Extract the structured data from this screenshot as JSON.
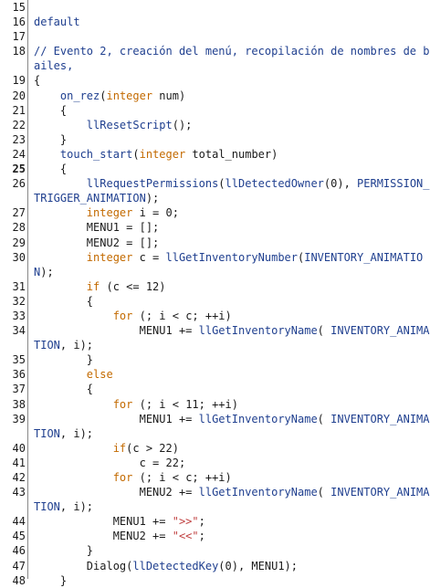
{
  "editor": {
    "language": "LSL",
    "current_line": "25",
    "colors": {
      "background": "#ffffff",
      "text": "#1a1a1a",
      "keyword": "#c36a00",
      "function": "#1f3f8f",
      "string": "#c04040",
      "comment": "#1f3f8f",
      "gutter_border": "#888888"
    },
    "lines": [
      {
        "num": "15",
        "tokens": []
      },
      {
        "num": "16",
        "tokens": [
          {
            "t": "st",
            "s": "default"
          }
        ]
      },
      {
        "num": "17",
        "tokens": []
      },
      {
        "num": "18",
        "tokens": [
          {
            "t": "cm",
            "s": "// Evento 2, creación del menú, recopilación de nombres de bailes,"
          }
        ]
      },
      {
        "num": "19",
        "tokens": [
          {
            "t": "tx",
            "s": "{"
          }
        ]
      },
      {
        "num": "20",
        "tokens": [
          {
            "t": "tx",
            "s": "    "
          },
          {
            "t": "ev",
            "s": "on_rez"
          },
          {
            "t": "tx",
            "s": "("
          },
          {
            "t": "kw",
            "s": "integer"
          },
          {
            "t": "tx",
            "s": " num)"
          }
        ]
      },
      {
        "num": "21",
        "tokens": [
          {
            "t": "tx",
            "s": "    {"
          }
        ]
      },
      {
        "num": "22",
        "tokens": [
          {
            "t": "tx",
            "s": "        "
          },
          {
            "t": "fn",
            "s": "llResetScript"
          },
          {
            "t": "tx",
            "s": "();"
          }
        ]
      },
      {
        "num": "23",
        "tokens": [
          {
            "t": "tx",
            "s": "    }"
          }
        ]
      },
      {
        "num": "24",
        "tokens": [
          {
            "t": "tx",
            "s": "    "
          },
          {
            "t": "ev",
            "s": "touch_start"
          },
          {
            "t": "tx",
            "s": "("
          },
          {
            "t": "kw",
            "s": "integer"
          },
          {
            "t": "tx",
            "s": " total_number)"
          }
        ]
      },
      {
        "num": "25",
        "tokens": [
          {
            "t": "tx",
            "s": "    {"
          }
        ]
      },
      {
        "num": "26",
        "tokens": [
          {
            "t": "tx",
            "s": "        "
          },
          {
            "t": "fn",
            "s": "llRequestPermissions"
          },
          {
            "t": "tx",
            "s": "("
          },
          {
            "t": "fn",
            "s": "llDetectedOwner"
          },
          {
            "t": "tx",
            "s": "(0), "
          },
          {
            "t": "cst",
            "s": "PERMISSION_TRIGGER_ANIMATION"
          },
          {
            "t": "tx",
            "s": ");"
          }
        ]
      },
      {
        "num": "27",
        "tokens": [
          {
            "t": "tx",
            "s": "        "
          },
          {
            "t": "kw",
            "s": "integer"
          },
          {
            "t": "tx",
            "s": " i = 0;"
          }
        ]
      },
      {
        "num": "28",
        "tokens": [
          {
            "t": "tx",
            "s": "        MENU1 = [];"
          }
        ]
      },
      {
        "num": "29",
        "tokens": [
          {
            "t": "tx",
            "s": "        MENU2 = [];"
          }
        ]
      },
      {
        "num": "30",
        "tokens": [
          {
            "t": "tx",
            "s": "        "
          },
          {
            "t": "kw",
            "s": "integer"
          },
          {
            "t": "tx",
            "s": " c = "
          },
          {
            "t": "fn",
            "s": "llGetInventoryNumber"
          },
          {
            "t": "tx",
            "s": "("
          },
          {
            "t": "cst",
            "s": "INVENTORY_ANIMATION"
          },
          {
            "t": "tx",
            "s": ");"
          }
        ]
      },
      {
        "num": "31",
        "tokens": [
          {
            "t": "tx",
            "s": "        "
          },
          {
            "t": "kw",
            "s": "if"
          },
          {
            "t": "tx",
            "s": " (c <= 12)"
          }
        ]
      },
      {
        "num": "32",
        "tokens": [
          {
            "t": "tx",
            "s": "        {"
          }
        ]
      },
      {
        "num": "33",
        "tokens": [
          {
            "t": "tx",
            "s": "            "
          },
          {
            "t": "kw",
            "s": "for"
          },
          {
            "t": "tx",
            "s": " (; i < c; ++i)"
          }
        ]
      },
      {
        "num": "34",
        "tokens": [
          {
            "t": "tx",
            "s": "                MENU1 += "
          },
          {
            "t": "fn",
            "s": "llGetInventoryName"
          },
          {
            "t": "tx",
            "s": "( "
          },
          {
            "t": "cst",
            "s": "INVENTORY_ANIMATION"
          },
          {
            "t": "tx",
            "s": ", i);"
          }
        ]
      },
      {
        "num": "35",
        "tokens": [
          {
            "t": "tx",
            "s": "        }"
          }
        ]
      },
      {
        "num": "36",
        "tokens": [
          {
            "t": "tx",
            "s": "        "
          },
          {
            "t": "kw",
            "s": "else"
          }
        ]
      },
      {
        "num": "37",
        "tokens": [
          {
            "t": "tx",
            "s": "        {"
          }
        ]
      },
      {
        "num": "38",
        "tokens": [
          {
            "t": "tx",
            "s": "            "
          },
          {
            "t": "kw",
            "s": "for"
          },
          {
            "t": "tx",
            "s": " (; i < 11; ++i)"
          }
        ]
      },
      {
        "num": "39",
        "tokens": [
          {
            "t": "tx",
            "s": "                MENU1 += "
          },
          {
            "t": "fn",
            "s": "llGetInventoryName"
          },
          {
            "t": "tx",
            "s": "( "
          },
          {
            "t": "cst",
            "s": "INVENTORY_ANIMATION"
          },
          {
            "t": "tx",
            "s": ", i);"
          }
        ]
      },
      {
        "num": "40",
        "tokens": [
          {
            "t": "tx",
            "s": "            "
          },
          {
            "t": "kw",
            "s": "if"
          },
          {
            "t": "tx",
            "s": "(c > 22)"
          }
        ]
      },
      {
        "num": "41",
        "tokens": [
          {
            "t": "tx",
            "s": "                c = 22;"
          }
        ]
      },
      {
        "num": "42",
        "tokens": [
          {
            "t": "tx",
            "s": "            "
          },
          {
            "t": "kw",
            "s": "for"
          },
          {
            "t": "tx",
            "s": " (; i < c; ++i)"
          }
        ]
      },
      {
        "num": "43",
        "tokens": [
          {
            "t": "tx",
            "s": "                MENU2 += "
          },
          {
            "t": "fn",
            "s": "llGetInventoryName"
          },
          {
            "t": "tx",
            "s": "( "
          },
          {
            "t": "cst",
            "s": "INVENTORY_ANIMATION"
          },
          {
            "t": "tx",
            "s": ", i);"
          }
        ]
      },
      {
        "num": "44",
        "tokens": [
          {
            "t": "tx",
            "s": "            MENU1 += "
          },
          {
            "t": "str",
            "s": "\">>\""
          },
          {
            "t": "tx",
            "s": ";"
          }
        ]
      },
      {
        "num": "45",
        "tokens": [
          {
            "t": "tx",
            "s": "            MENU2 += "
          },
          {
            "t": "str",
            "s": "\"<<\""
          },
          {
            "t": "tx",
            "s": ";"
          }
        ]
      },
      {
        "num": "46",
        "tokens": [
          {
            "t": "tx",
            "s": "        }"
          }
        ]
      },
      {
        "num": "47",
        "tokens": [
          {
            "t": "tx",
            "s": "        Dialog("
          },
          {
            "t": "fn",
            "s": "llDetectedKey"
          },
          {
            "t": "tx",
            "s": "(0), MENU1);"
          }
        ]
      },
      {
        "num": "48",
        "tokens": [
          {
            "t": "tx",
            "s": "    }"
          }
        ]
      }
    ]
  }
}
